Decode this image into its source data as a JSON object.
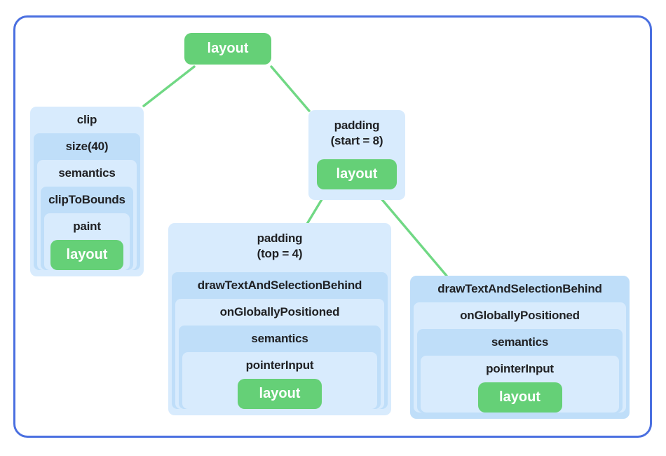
{
  "figure": {
    "description": "modifier-chain tree diagram",
    "root": {
      "label": "layout"
    },
    "left_subtree": {
      "modifiers": [
        "clip",
        "size(40)",
        "semantics",
        "clipToBounds",
        "paint"
      ],
      "leaf": "layout"
    },
    "middle_node": {
      "title_line1": "padding",
      "title_line2": "(start = 8)",
      "leaf": "layout"
    },
    "bottom_left_subtree": {
      "title_line1": "padding",
      "title_line2": "(top = 4)",
      "modifiers": [
        "drawTextAndSelectionBehind",
        "onGloballyPositioned",
        "semantics",
        "pointerInput"
      ],
      "leaf": "layout"
    },
    "bottom_right_subtree": {
      "modifiers": [
        "drawTextAndSelectionBehind",
        "onGloballyPositioned",
        "semantics",
        "pointerInput"
      ],
      "leaf": "layout"
    }
  },
  "colors": {
    "border_blue": "#4a6fe0",
    "pale_blue": "#d8ebfd",
    "medium_blue": "#bfdef9",
    "node_green": "#65d077",
    "edge_green": "#70d884",
    "label_text": "#202124",
    "node_text": "#ffffff"
  }
}
